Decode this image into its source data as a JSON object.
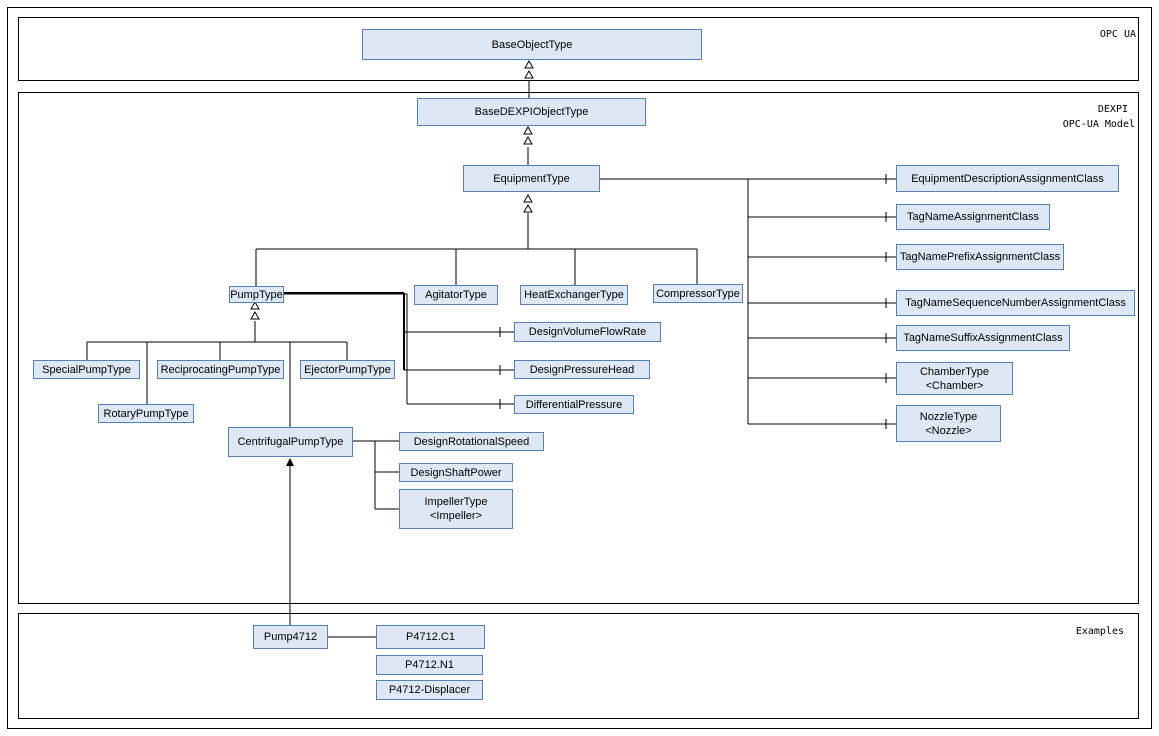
{
  "panels": {
    "opcua": "OPC UA",
    "dexpi_line1": "DEXPI",
    "dexpi_line2": "OPC-UA Model",
    "examples": "Examples"
  },
  "nodes": {
    "base_object_type": "BaseObjectType",
    "base_dexpi_object_type": "BaseDEXPIObjectType",
    "equipment_type": "EquipmentType",
    "pump_type": "PumpType",
    "agitator_type": "AgitatorType",
    "heat_exchanger_type": "HeatExchangerType",
    "compressor_type": "CompressorType",
    "special_pump_type": "SpecialPumpType",
    "reciprocating_pump_type": "ReciprocatingPumpType",
    "ejector_pump_type": "EjectorPumpType",
    "rotary_pump_type": "RotaryPumpType",
    "centrifugal_pump_type": "CentrifugalPumpType",
    "design_volume_flow_rate": "DesignVolumeFlowRate",
    "design_pressure_head": "DesignPressureHead",
    "differential_pressure": "DifferentialPressure",
    "design_rotational_speed": "DesignRotationalSpeed",
    "design_shaft_power": "DesignShaftPower",
    "impeller_type_l1": "ImpellerType",
    "impeller_type_l2": "<Impeller>",
    "equipment_description_assignment_class": "EquipmentDescriptionAssignmentClass",
    "tag_name_assignment_class": "TagNameAssignmentClass",
    "tag_name_prefix_assignment_class": "TagNamePrefixAssignmentClass",
    "tag_name_sequence_number_assignment_class": "TagNameSequenceNumberAssignmentClass",
    "tag_name_suffix_assignment_class": "TagNameSuffixAssignmentClass",
    "chamber_type_l1": "ChamberType",
    "chamber_type_l2": "<Chamber>",
    "nozzle_type_l1": "NozzleType",
    "nozzle_type_l2": "<Nozzle>",
    "pump4712": "Pump4712",
    "p4712_c1": "P4712.C1",
    "p4712_n1": "P4712.N1",
    "p4712_displacer": "P4712-Displacer"
  },
  "colors": {
    "node_fill": "#dde8f4",
    "node_border": "#5a7fb0",
    "line": "#000000"
  }
}
